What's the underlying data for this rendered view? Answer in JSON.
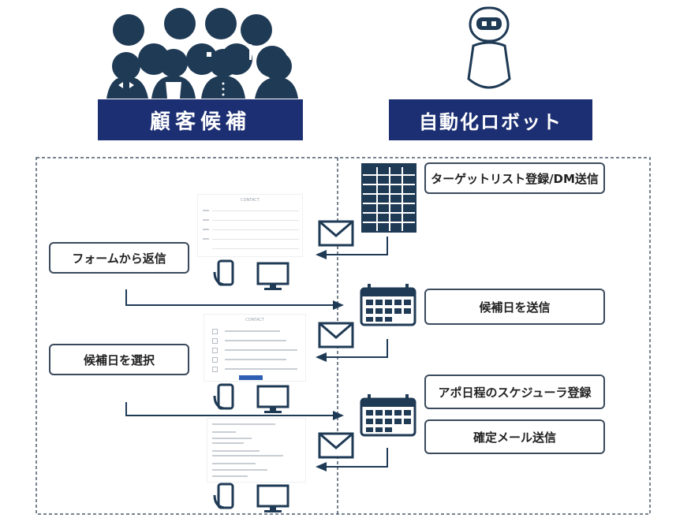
{
  "titles": {
    "customer": "顧客候補",
    "robot": "自動化ロボット"
  },
  "labels": {
    "target_list": "ターゲットリスト登録/DM送信",
    "reply_form": "フォームから返信",
    "send_dates": "候補日を送信",
    "select_date": "候補日を選択",
    "schedule": "アポ日程のスケジューラ登録",
    "confirm_mail": "確定メール送信"
  },
  "forms": {
    "header": "CONTACT"
  },
  "icons": [
    "people-group-icon",
    "robot-icon",
    "spreadsheet-icon",
    "calendar-icon",
    "mail-icon",
    "smartphone-icon",
    "monitor-icon"
  ],
  "colors": {
    "navy": "#1c2f73",
    "dark": "#1f3a55"
  }
}
